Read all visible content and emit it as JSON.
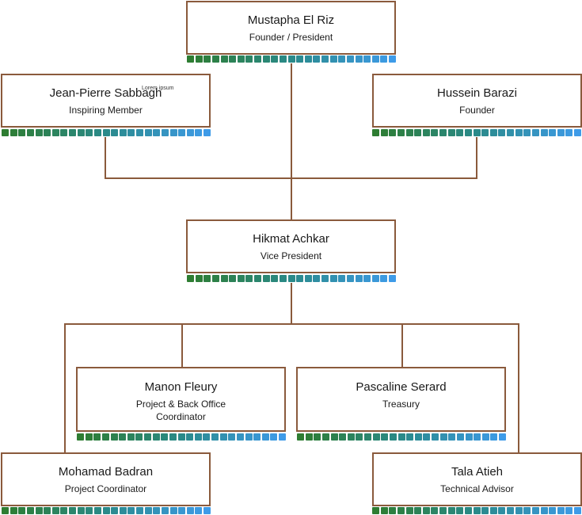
{
  "nodes": [
    {
      "id": "mustapha",
      "name": "Mustapha El Riz",
      "role": "Founder / President"
    },
    {
      "id": "jean-pierre",
      "name": "Jean-Pierre Sabbagh",
      "role": "Inspiring Member",
      "superscript": "Lorem ipsum"
    },
    {
      "id": "hussein",
      "name": "Hussein Barazi",
      "role": "Founder"
    },
    {
      "id": "hikmat",
      "name": "Hikmat Achkar",
      "role": "Vice President"
    },
    {
      "id": "manon",
      "name": "Manon Fleury",
      "role": "Project & Back Office Coordinator"
    },
    {
      "id": "pascaline",
      "name": "Pascaline Serard",
      "role": "Treasury"
    },
    {
      "id": "mohamad",
      "name": "Mohamad Badran",
      "role": "Project Coordinator"
    },
    {
      "id": "tala",
      "name": "Tala Atieh",
      "role": "Technical Advisor"
    }
  ],
  "edges": [
    {
      "from": "mustapha",
      "to": "hikmat"
    },
    {
      "from": "jean-pierre",
      "to": "hikmat"
    },
    {
      "from": "hussein",
      "to": "hikmat"
    },
    {
      "from": "hikmat",
      "to": "manon"
    },
    {
      "from": "hikmat",
      "to": "pascaline"
    },
    {
      "from": "hikmat",
      "to": "mohamad"
    },
    {
      "from": "hikmat",
      "to": "tala"
    }
  ],
  "colors": {
    "border": "#8a5a3c",
    "strip_start": "#2e7d32",
    "strip_mid": "#2a8a8a",
    "strip_end": "#3e9be8"
  }
}
